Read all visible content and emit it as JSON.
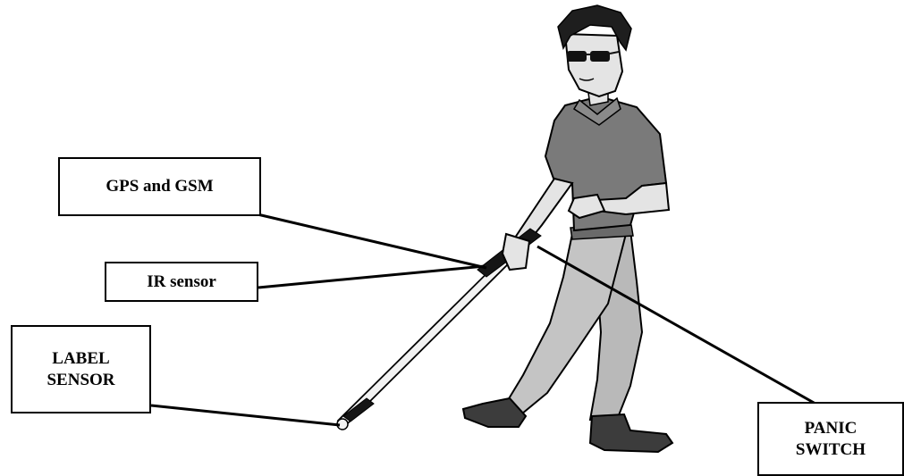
{
  "labels": {
    "gps": "GPS and GSM",
    "ir": "IR sensor",
    "label_sensor": [
      "LABEL",
      "SENSOR"
    ],
    "panic": [
      "PANIC",
      "SWITCH"
    ]
  },
  "colors": {
    "line": "#000000",
    "skin": "#e4e4e4",
    "hair": "#1e1e1e",
    "shirt": "#7a7a7a",
    "pants": "#b9b9b9",
    "shoe": "#3c3c3c",
    "cane": "#f2f2f2",
    "cane_tip": "#151515"
  }
}
